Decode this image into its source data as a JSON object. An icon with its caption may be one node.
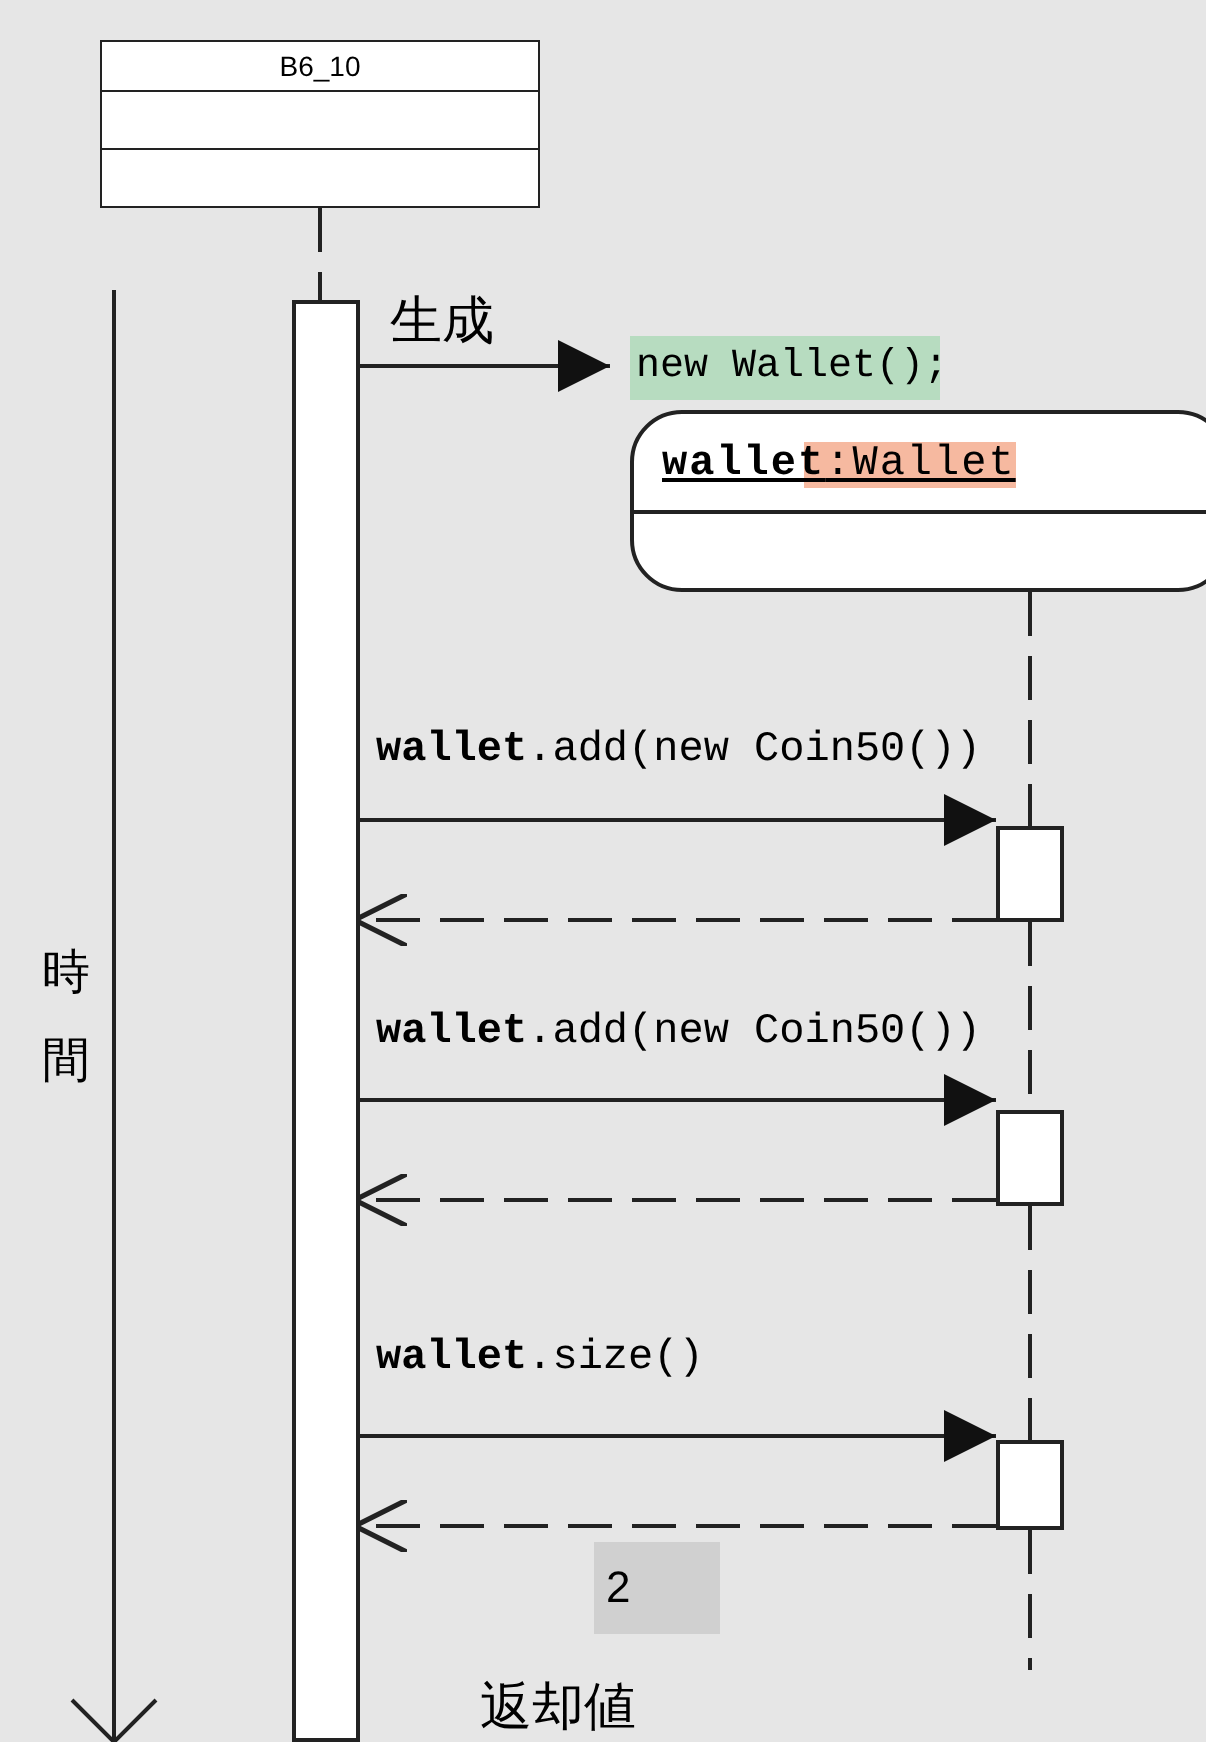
{
  "diagram": {
    "nodes": [
      {
        "text": [
          "B6_10"
        ]
      },
      {
        "text": [],
        "shape": "bar"
      },
      {
        "text": [
          "new Wallet();"
        ]
      },
      {
        "text": [
          "**wallet**:Wallet"
        ]
      },
      {
        "text": [],
        "shape": "bar"
      },
      {
        "text": [],
        "shape": "bar"
      },
      {
        "text": [],
        "shape": "bar"
      }
    ],
    "edges": [
      {
        "from": 0,
        "to": 1,
        "arrow": "none",
        "style": "dashed"
      },
      {
        "from": 1,
        "to": 2,
        "arrow": "to",
        "label": "生成"
      },
      {
        "from": 3,
        "to": 4,
        "arrow": "none",
        "style": "dashed"
      },
      {
        "from": 1,
        "to": 4,
        "arrow": "to",
        "label": "**wallet**.add(new Coin50())"
      },
      {
        "from": 4,
        "to": 1,
        "arrow": "to",
        "style": "dashed"
      },
      {
        "from": 4,
        "to": 5,
        "arrow": "none",
        "style": "dashed"
      },
      {
        "from": 1,
        "to": 5,
        "arrow": "to",
        "label": "**wallet**.add(new Coin50())"
      },
      {
        "from": 5,
        "to": 1,
        "arrow": "to",
        "style": "dashed"
      },
      {
        "from": 5,
        "to": 6,
        "arrow": "none",
        "style": "dashed"
      },
      {
        "from": 1,
        "to": 6,
        "arrow": "to",
        "label": "**wallet**.size()"
      },
      {
        "from": 6,
        "to": 1,
        "arrow": "to",
        "style": "dashed",
        "label": "2"
      },
      {
        "from": 6,
        "to": null,
        "arrow": "none",
        "style": "dashed"
      }
    ],
    "labels": [
      "時間",
      "返却値"
    ]
  }
}
